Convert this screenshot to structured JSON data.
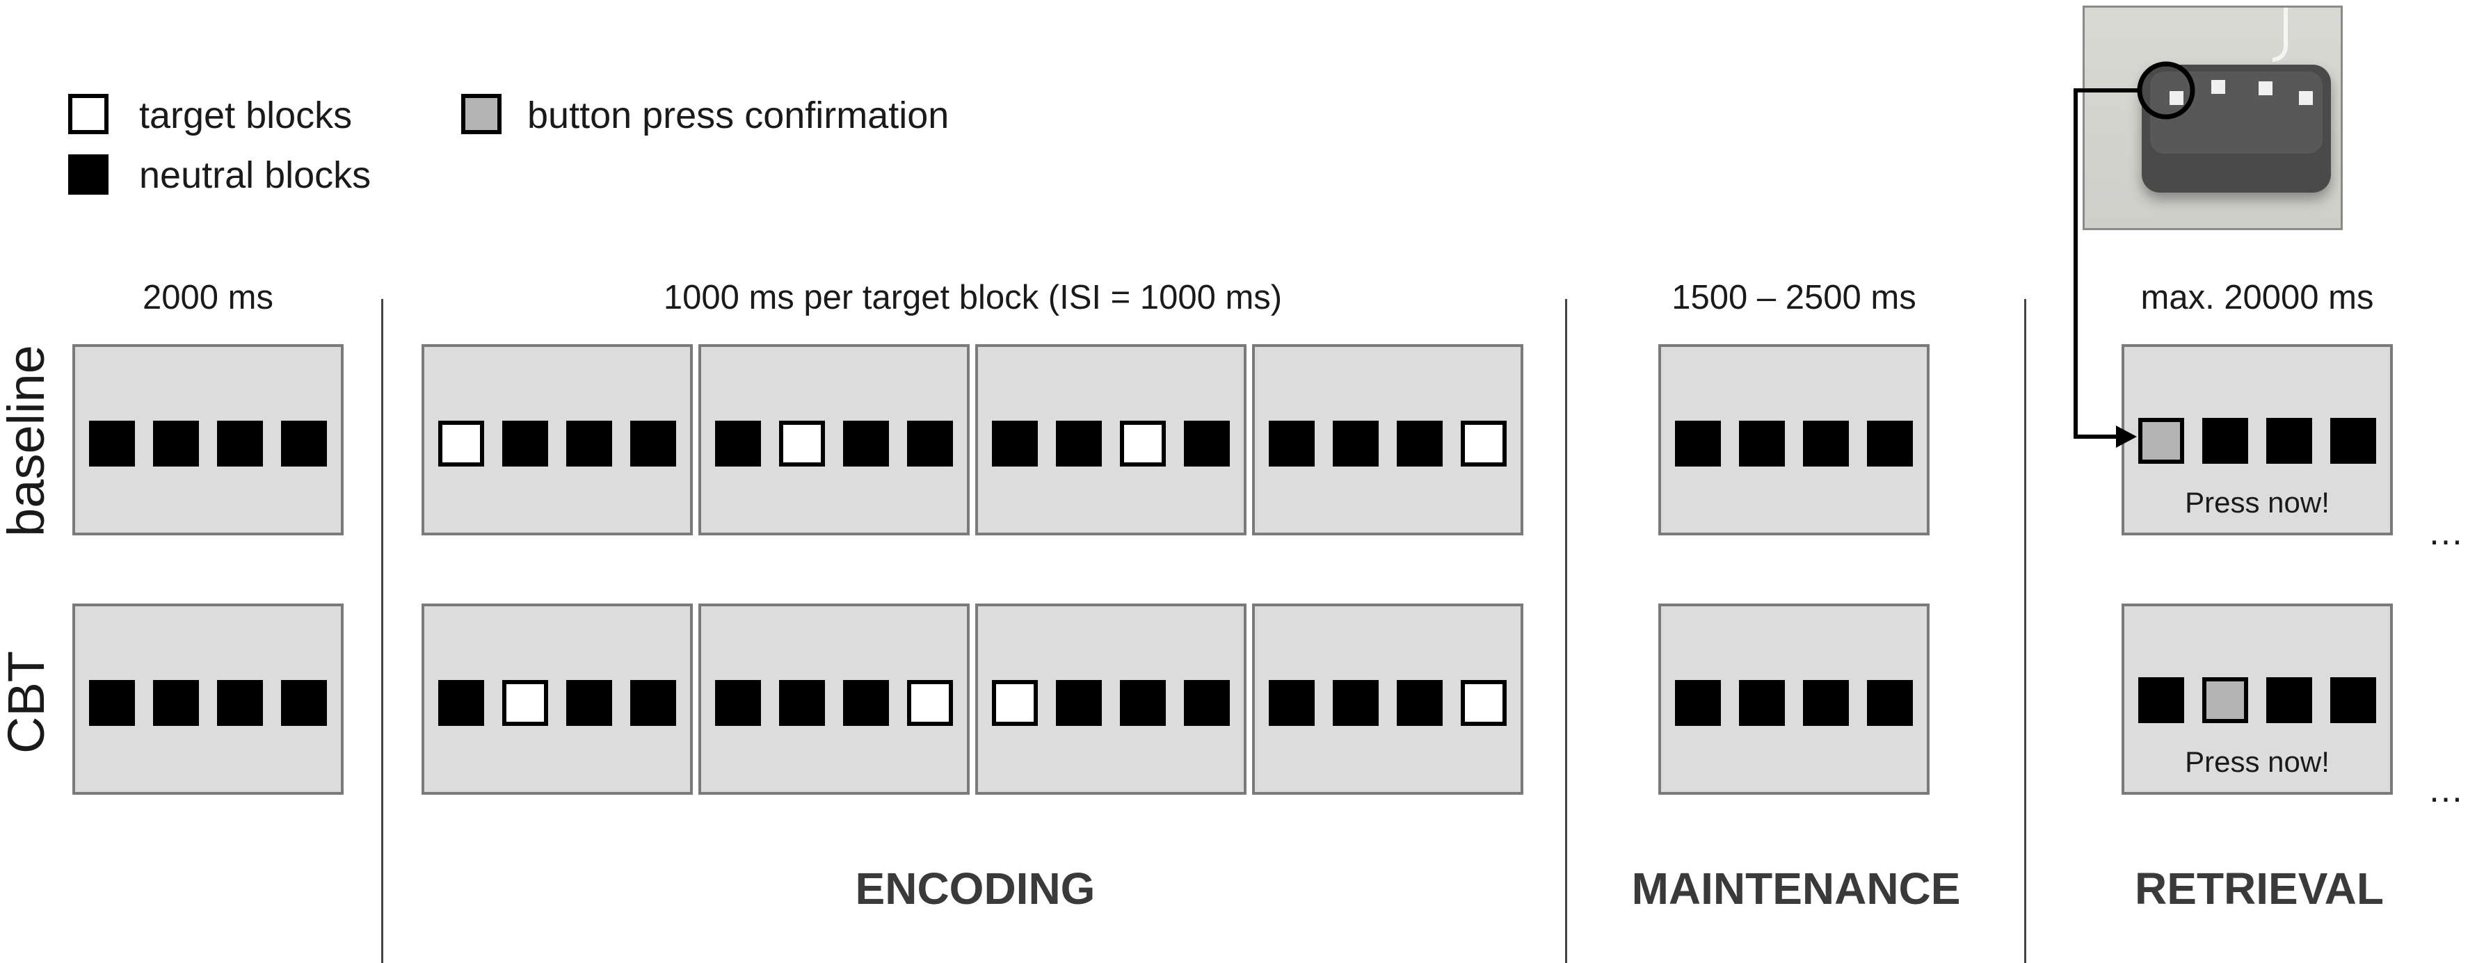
{
  "legend": {
    "target": "target blocks",
    "neutral": "neutral blocks",
    "press": "button press confirmation"
  },
  "timings": {
    "baseline_screen": "2000 ms",
    "encoding": "1000 ms per target block (ISI = 1000 ms)",
    "maintenance": "1500 – 2500 ms",
    "retrieval": "max. 20000  ms"
  },
  "rows": {
    "baseline": "baseline",
    "cbt": "CBT"
  },
  "press_prompt": "Press now!",
  "ellipsis": "…",
  "phases": {
    "encoding": "ENCODING",
    "maintenance": "MAINTENANCE",
    "retrieval": "RETRIEVAL"
  },
  "screens": {
    "baseline_start": [
      "neutral",
      "neutral",
      "neutral",
      "neutral"
    ],
    "baseline_encoding": [
      [
        "target",
        "neutral",
        "neutral",
        "neutral"
      ],
      [
        "neutral",
        "target",
        "neutral",
        "neutral"
      ],
      [
        "neutral",
        "neutral",
        "target",
        "neutral"
      ],
      [
        "neutral",
        "neutral",
        "neutral",
        "target"
      ]
    ],
    "baseline_maintenance": [
      "neutral",
      "neutral",
      "neutral",
      "neutral"
    ],
    "baseline_retrieval": [
      "press",
      "neutral",
      "neutral",
      "neutral"
    ],
    "cbt_start": [
      "neutral",
      "neutral",
      "neutral",
      "neutral"
    ],
    "cbt_encoding": [
      [
        "neutral",
        "target",
        "neutral",
        "neutral"
      ],
      [
        "neutral",
        "neutral",
        "neutral",
        "target"
      ],
      [
        "target",
        "neutral",
        "neutral",
        "neutral"
      ],
      [
        "neutral",
        "neutral",
        "neutral",
        "target"
      ]
    ],
    "cbt_maintenance": [
      "neutral",
      "neutral",
      "neutral",
      "neutral"
    ],
    "cbt_retrieval": [
      "neutral",
      "press",
      "neutral",
      "neutral"
    ]
  },
  "colors": {
    "screen_bg": "#dcdcdc",
    "neutral": "#000000",
    "target": "#ffffff",
    "press": "#b4b4b4"
  }
}
